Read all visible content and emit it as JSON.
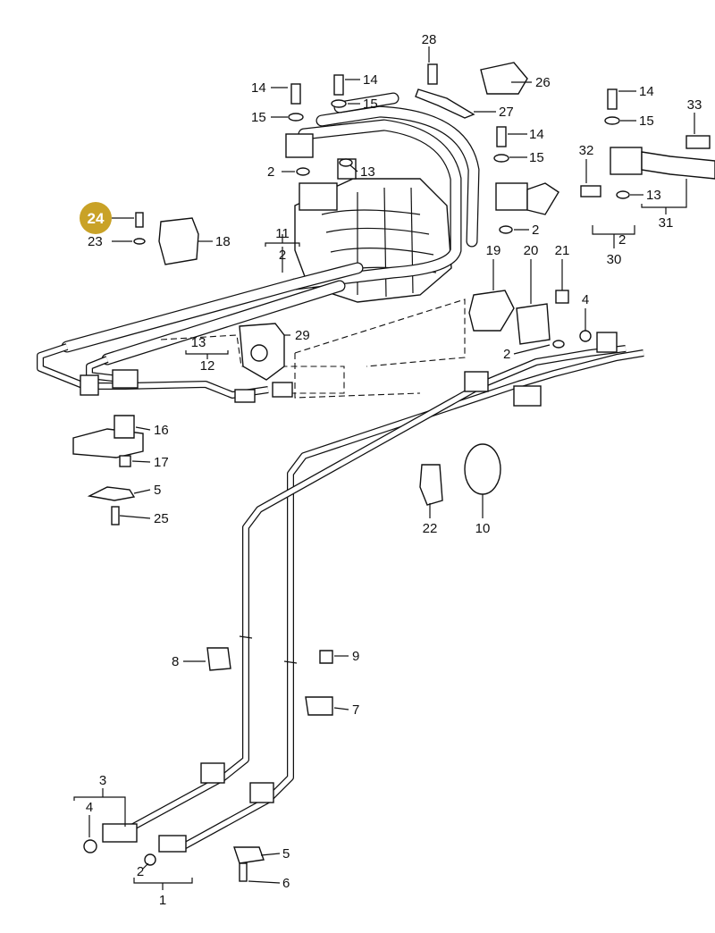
{
  "diagram": {
    "highlighted_part": "24",
    "highlight_color": "#c9a227",
    "callouts": [
      "1",
      "2",
      "3",
      "4",
      "5",
      "6",
      "7",
      "8",
      "9",
      "10",
      "11",
      "12",
      "13",
      "14",
      "15",
      "16",
      "17",
      "18",
      "19",
      "20",
      "21",
      "22",
      "23",
      "24",
      "25",
      "26",
      "27",
      "28",
      "29",
      "30",
      "31",
      "32",
      "33"
    ],
    "labels": {
      "l28": "28",
      "l26": "26",
      "l27": "27",
      "l14a": "14",
      "l15a": "15",
      "l14b": "14",
      "l15b": "15",
      "l2a": "2",
      "l13a": "13",
      "l14c": "14",
      "l15c": "15",
      "l2b": "2",
      "l13b": "13",
      "l32": "32",
      "l14d": "14",
      "l15d": "15",
      "l33": "33",
      "l31": "31",
      "l2c": "2",
      "l30": "30",
      "l24": "24",
      "l23": "23",
      "l18": "18",
      "l11": "11",
      "l2d": "2",
      "l19": "19",
      "l20": "20",
      "l21": "21",
      "l4a": "4",
      "l2e": "2",
      "l29": "29",
      "l13c": "13",
      "l12": "12",
      "l16": "16",
      "l17": "17",
      "l5a": "5",
      "l25": "25",
      "l22": "22",
      "l10": "10",
      "l8": "8",
      "l9": "9",
      "l7": "7",
      "l3": "3",
      "l4b": "4",
      "l2f": "2",
      "l1": "1",
      "l5b": "5",
      "l6": "6"
    }
  }
}
